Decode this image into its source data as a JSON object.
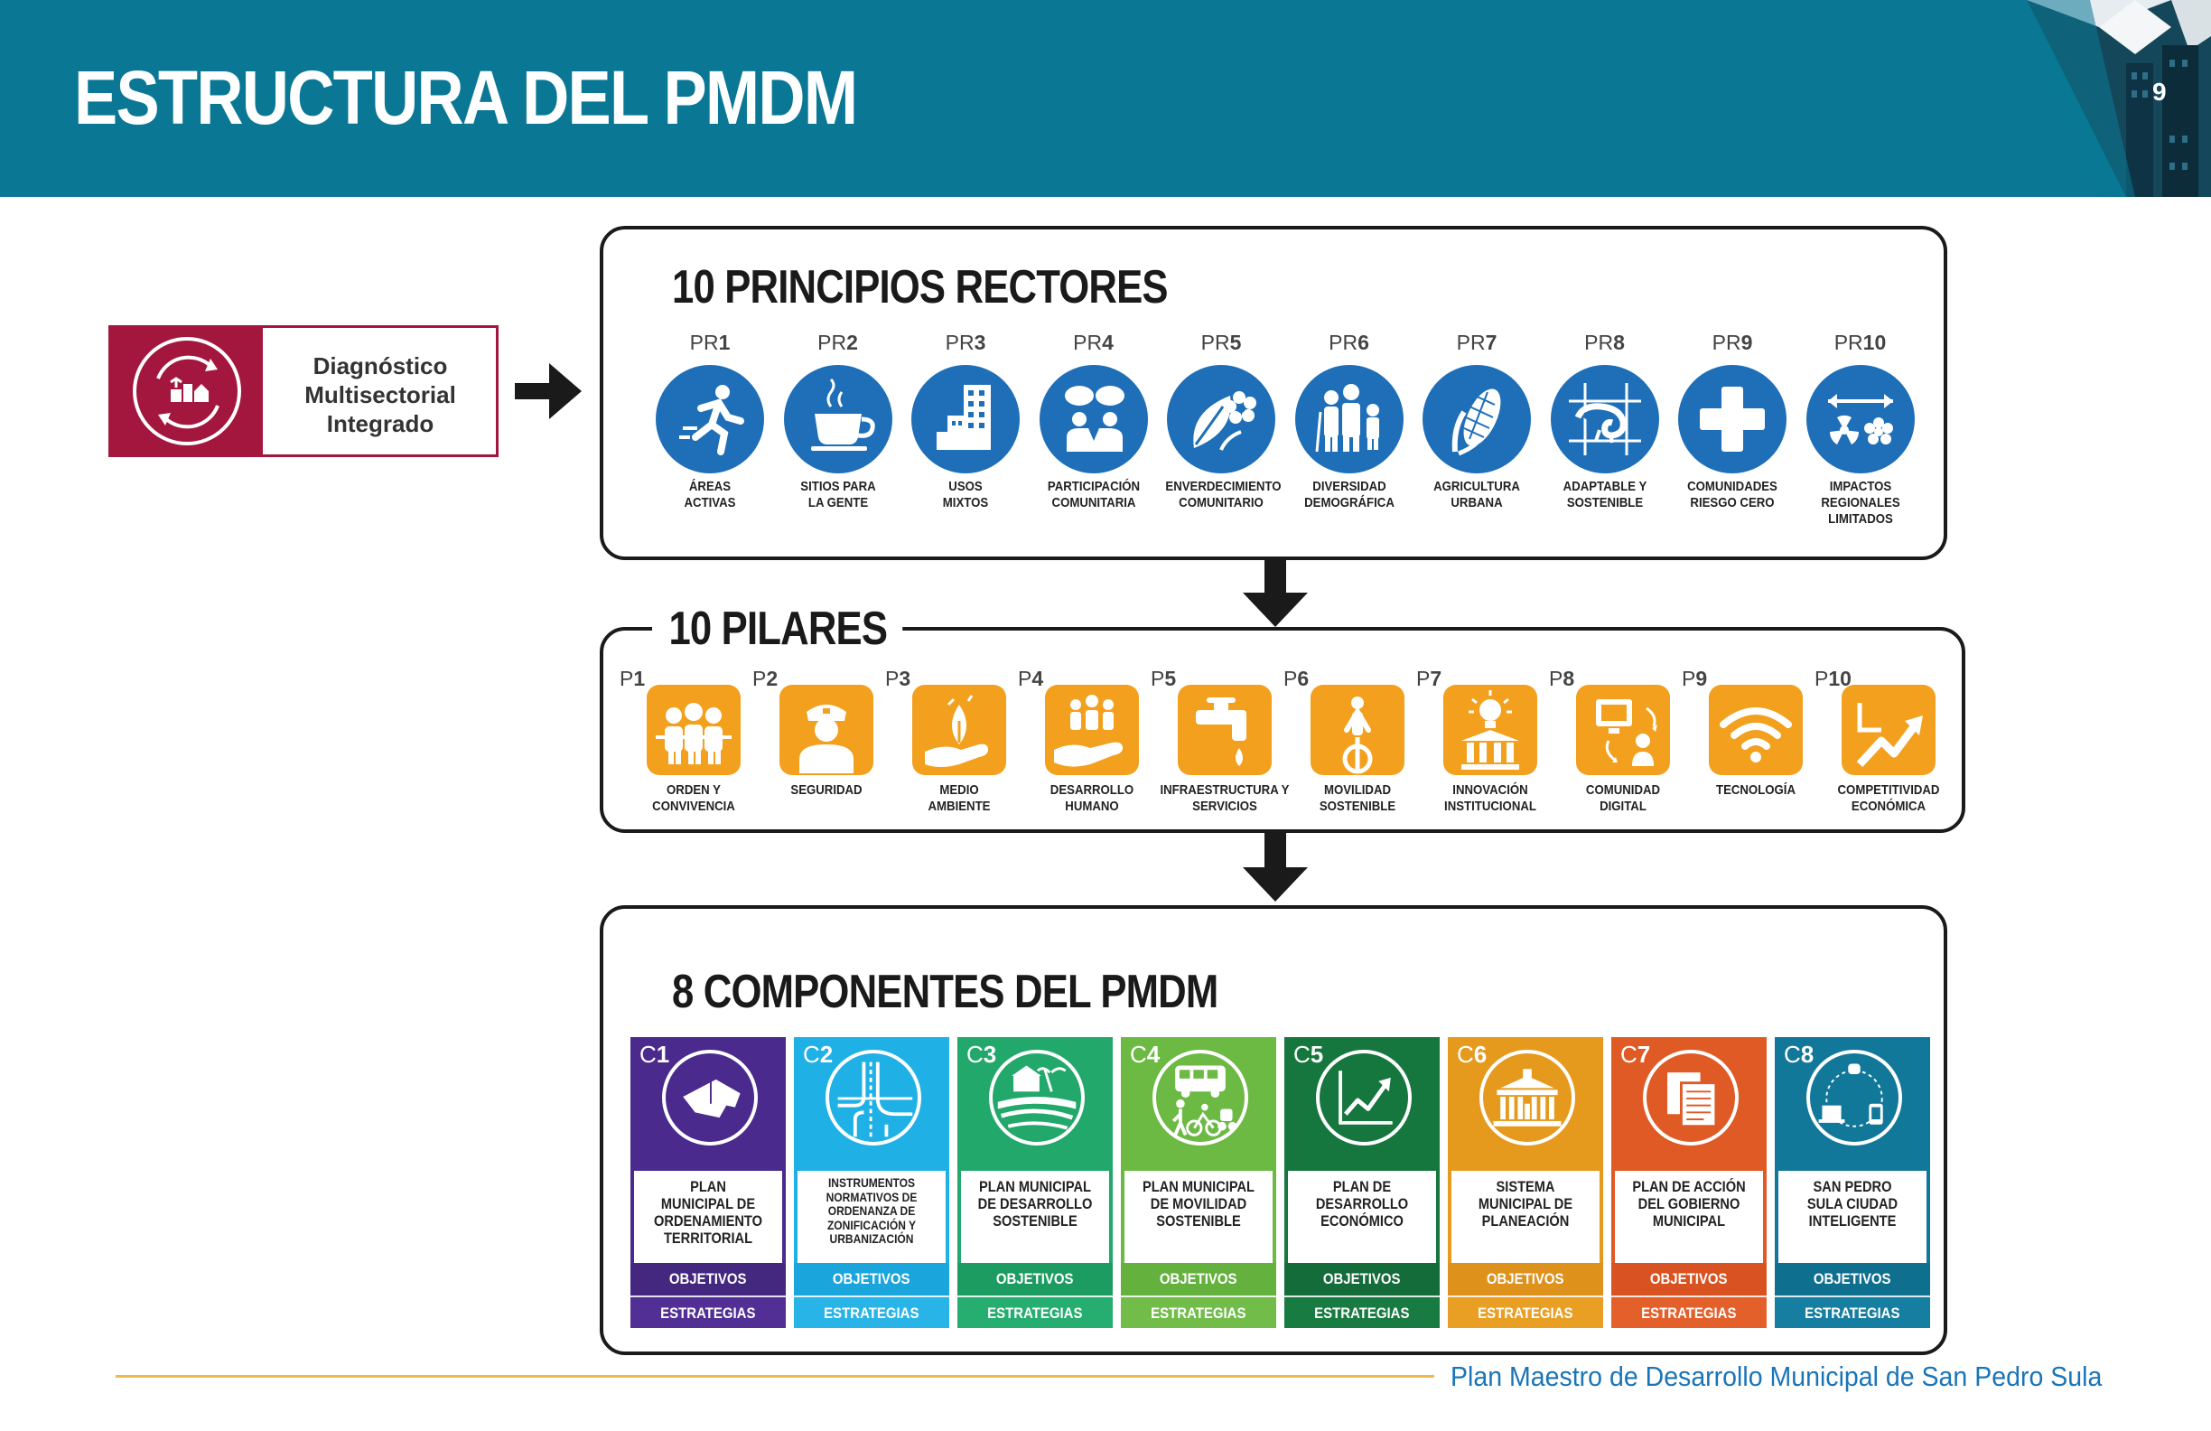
{
  "header": {
    "title": "ESTRUCTURA DEL PMDM",
    "page_number": "9"
  },
  "diagnostico": {
    "line1": "Diagnóstico",
    "line2": "Multisectorial",
    "line3": "Integrado"
  },
  "principios": {
    "title": "10 PRINCIPIOS RECTORES",
    "items": [
      {
        "prefix": "PR",
        "num": "1",
        "line1": "ÁREAS",
        "line2": "ACTIVAS",
        "line3": "",
        "icon": "running-person-icon"
      },
      {
        "prefix": "PR",
        "num": "2",
        "line1": "SITIOS PARA",
        "line2": "LA GENTE",
        "line3": "",
        "icon": "coffee-cup-icon"
      },
      {
        "prefix": "PR",
        "num": "3",
        "line1": "USOS",
        "line2": "MIXTOS",
        "line3": "",
        "icon": "buildings-icon"
      },
      {
        "prefix": "PR",
        "num": "4",
        "line1": "PARTICIPACIÓN",
        "line2": "COMUNITARIA",
        "line3": "",
        "icon": "people-talking-icon"
      },
      {
        "prefix": "PR",
        "num": "5",
        "line1": "ENVERDECIMIENTO",
        "line2": "COMUNITARIO",
        "line3": "",
        "icon": "leaf-flower-icon"
      },
      {
        "prefix": "PR",
        "num": "6",
        "line1": "DIVERSIDAD",
        "line2": "DEMOGRÁFICA",
        "line3": "",
        "icon": "family-icon"
      },
      {
        "prefix": "PR",
        "num": "7",
        "line1": "AGRICULTURA",
        "line2": "URBANA",
        "line3": "",
        "icon": "corn-icon"
      },
      {
        "prefix": "PR",
        "num": "8",
        "line1": "ADAPTABLE Y",
        "line2": "SOSTENIBLE",
        "line3": "",
        "icon": "chameleon-icon"
      },
      {
        "prefix": "PR",
        "num": "9",
        "line1": "COMUNIDADES",
        "line2": "RIESGO CERO",
        "line3": "",
        "icon": "medical-cross-icon"
      },
      {
        "prefix": "PR",
        "num": "10",
        "line1": "IMPACTOS",
        "line2": "REGIONALES",
        "line3": "LIMITADOS",
        "icon": "arrows-hazard-icon"
      }
    ]
  },
  "pilares": {
    "title": "10 PILARES",
    "items": [
      {
        "prefix": "P",
        "num": "1",
        "line1": "ORDEN Y",
        "line2": "CONVIVENCIA",
        "icon": "group-people-icon"
      },
      {
        "prefix": "P",
        "num": "2",
        "line1": "SEGURIDAD",
        "line2": "",
        "icon": "police-officer-icon"
      },
      {
        "prefix": "P",
        "num": "3",
        "line1": "MEDIO",
        "line2": "AMBIENTE",
        "icon": "hand-plant-icon"
      },
      {
        "prefix": "P",
        "num": "4",
        "line1": "DESARROLLO",
        "line2": "HUMANO",
        "icon": "hand-people-icon"
      },
      {
        "prefix": "P",
        "num": "5",
        "line1": "INFRAESTRUCTURA Y",
        "line2": "SERVICIOS",
        "icon": "water-tap-icon"
      },
      {
        "prefix": "P",
        "num": "6",
        "line1": "MOVILIDAD",
        "line2": "SOSTENIBLE",
        "icon": "cyclist-icon"
      },
      {
        "prefix": "P",
        "num": "7",
        "line1": "INNOVACIÓN",
        "line2": "INSTITUCIONAL",
        "icon": "lightbulb-institution-icon"
      },
      {
        "prefix": "P",
        "num": "8",
        "line1": "COMUNIDAD",
        "line2": "DIGITAL",
        "icon": "digital-community-icon"
      },
      {
        "prefix": "P",
        "num": "9",
        "line1": "TECNOLOGÍA",
        "line2": "",
        "icon": "wifi-icon"
      },
      {
        "prefix": "P",
        "num": "10",
        "line1": "COMPETITIVIDAD",
        "line2": "ECONÓMICA",
        "icon": "growth-chart-icon"
      }
    ]
  },
  "componentes": {
    "title": "8 COMPONENTES DEL PMDM",
    "objetivos_label": "OBJETIVOS",
    "estrategias_label": "ESTRATEGIAS",
    "items": [
      {
        "prefix": "C",
        "num": "1",
        "lines": [
          "PLAN",
          "MUNICIPAL DE",
          "ORDENAMIENTO",
          "TERRITORIAL"
        ],
        "top": "#4a2a8c",
        "obj": "#44277f",
        "est": "#522f95",
        "icon": "territory-map-icon"
      },
      {
        "prefix": "C",
        "num": "2",
        "lines": [
          "INSTRUMENTOS",
          "NORMATIVOS DE",
          "ORDENANZA DE",
          "ZONIFICACIÓN Y",
          "URBANIZACIÓN"
        ],
        "top": "#1fb0e6",
        "obj": "#1aa6dc",
        "est": "#29b4e8",
        "icon": "road-plan-icon"
      },
      {
        "prefix": "C",
        "num": "3",
        "lines": [
          "PLAN MUNICIPAL",
          "DE DESARROLLO",
          "SOSTENIBLE"
        ],
        "top": "#21a86a",
        "obj": "#1d9c62",
        "est": "#26ad70",
        "icon": "landscape-icon"
      },
      {
        "prefix": "C",
        "num": "4",
        "lines": [
          "PLAN MUNICIPAL",
          "DE MOVILIDAD",
          "SOSTENIBLE"
        ],
        "top": "#6cb944",
        "obj": "#64b13e",
        "est": "#72bd4a",
        "icon": "bus-bike-icon"
      },
      {
        "prefix": "C",
        "num": "5",
        "lines": [
          "PLAN DE",
          "DESARROLLO",
          "ECONÓMICO"
        ],
        "top": "#15763e",
        "obj": "#136c39",
        "est": "#187c42",
        "icon": "trend-up-icon"
      },
      {
        "prefix": "C",
        "num": "6",
        "lines": [
          "SISTEMA",
          "MUNICIPAL DE",
          "PLANEACIÓN"
        ],
        "top": "#e59a1e",
        "obj": "#de921b",
        "est": "#e89f24",
        "icon": "city-hall-icon"
      },
      {
        "prefix": "C",
        "num": "7",
        "lines": [
          "PLAN DE ACCIÓN",
          "DEL GOBIERNO",
          "MUNICIPAL"
        ],
        "top": "#e05a26",
        "obj": "#d95322",
        "est": "#e4602b",
        "icon": "documents-icon"
      },
      {
        "prefix": "C",
        "num": "8",
        "lines": [
          "SAN PEDRO",
          "SULA CIUDAD",
          "INTELIGENTE"
        ],
        "top": "#12789a",
        "obj": "#0f6f8f",
        "est": "#167ea0",
        "icon": "smart-city-icon"
      }
    ]
  },
  "footer": {
    "text": "Plan Maestro de Desarrollo Municipal de San Pedro Sula"
  },
  "colors": {
    "header": "#0a7895",
    "principios": "#1e6fb8",
    "pilares": "#f2a01e",
    "diagnostico": "#a3173e",
    "footer_text": "#1a75b8"
  }
}
